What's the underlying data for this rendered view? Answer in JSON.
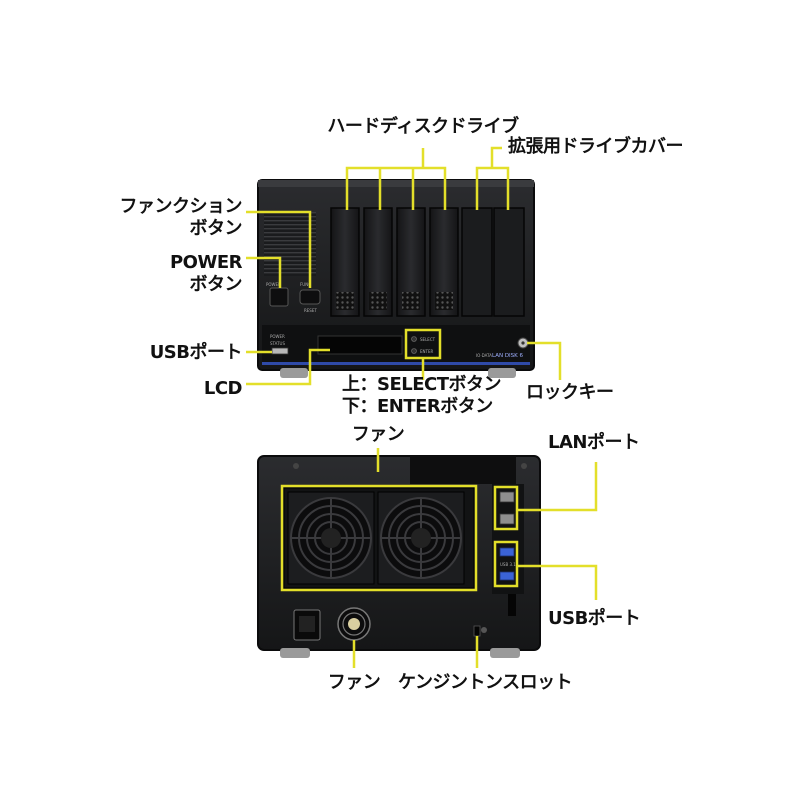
{
  "labels": {
    "hdd": "ハードディスクドライブ",
    "expansion_cover": "拡張用ドライブカバー",
    "function_button_1": "ファンクション",
    "function_button_2": "ボタン",
    "power_button_1": "POWER",
    "power_button_2": "ボタン",
    "usb_port_front": "USBポート",
    "lcd": "LCD",
    "select_enter_1": "上：SELECTボタン",
    "select_enter_2": "下：ENTERボタン",
    "lock_key": "ロックキー",
    "fan_top": "ファン",
    "lan_port": "LANポート",
    "usb_port_rear": "USBポート",
    "fan_bottom": "ファン",
    "kensington_slot": "ケンジントンスロット"
  },
  "device_text": {
    "power": "POWER",
    "status": "STATUS",
    "func": "FUNC",
    "reset": "RESET",
    "select": "SELECT",
    "enter": "ENTER",
    "brand": "LAN DISK 6",
    "logo": "IO·DATA",
    "usb31": "USB 3.1"
  },
  "colors": {
    "leader": "#e3df2a",
    "chassis": "#1f2022",
    "chassis_edge": "#0b0b0c",
    "label_text": "#111111"
  }
}
